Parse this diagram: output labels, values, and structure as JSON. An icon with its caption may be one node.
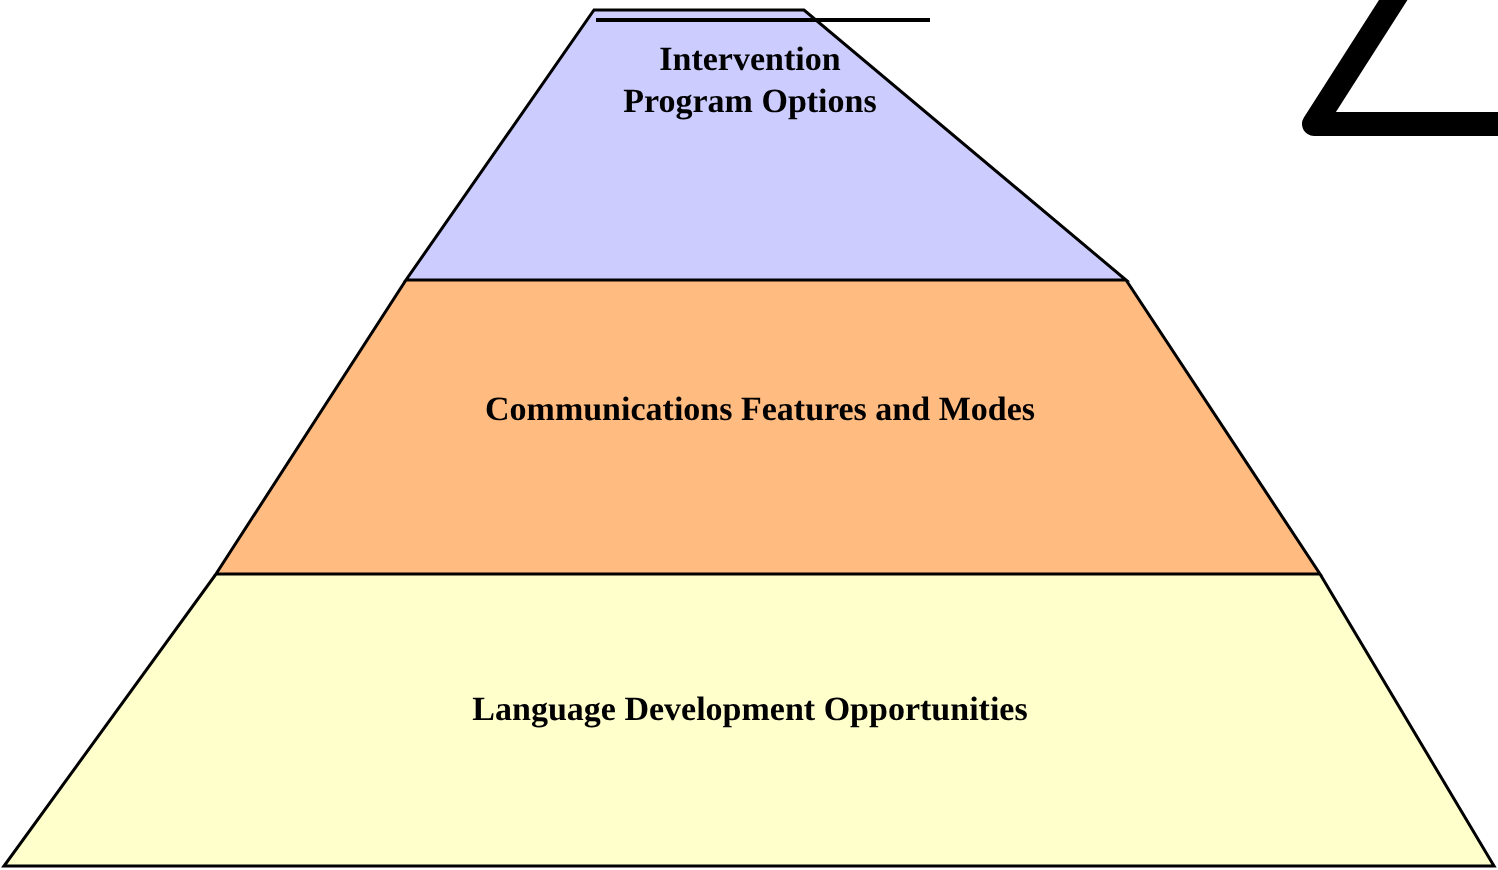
{
  "diagram": {
    "nodes": [
      {
        "text": [
          "Intervention Program Options"
        ]
      },
      {
        "text": [
          "Communications Features and Modes"
        ]
      },
      {
        "text": [
          "Language Development Opportunities"
        ]
      }
    ]
  }
}
